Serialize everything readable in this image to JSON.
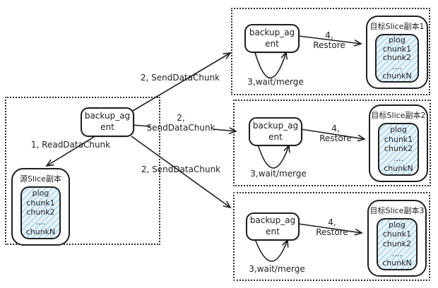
{
  "colors": {
    "stroke": "#1e1e1e",
    "hatch_background": "#e9f4fb",
    "hatch_line": "#b5d9ef",
    "box_dotted_border": "#2b2b2b"
  },
  "source": {
    "agent_label": "backup_ag\nent",
    "slice": {
      "title": "源Slice副本",
      "items": [
        "plog",
        "chunk1",
        "chunk2",
        "....",
        "chunkN"
      ]
    }
  },
  "edges": {
    "read": "1, ReadDataChunk",
    "send_top": "2, SendDataChunk",
    "send_middle": "2,\nSendDataChunk",
    "send_bottom": "2, SendDataChunk"
  },
  "targets": [
    {
      "agent_label": "backup_ag\nent",
      "wait_label": "3,wait/merge",
      "restore_label": "4,\nRestore",
      "slice": {
        "title": "目标Slice副本1",
        "items": [
          "plog",
          "chunk1",
          "chunk2",
          "....",
          "chunkN"
        ]
      }
    },
    {
      "agent_label": "backup_ag\nent",
      "wait_label": "3,wait/merge",
      "restore_label": "4,\nRestore",
      "slice": {
        "title": "目标Slice副本2",
        "items": [
          "plog",
          "chunk1",
          "chunk2",
          "....",
          "chunkN"
        ]
      }
    },
    {
      "agent_label": "backup_ag\nent",
      "wait_label": "3,wait/merge",
      "restore_label": "4,\nRestore",
      "slice": {
        "title": "目标Slice副本3",
        "items": [
          "plog",
          "chunk1",
          "chunk2",
          "....",
          "chunkN"
        ]
      }
    }
  ]
}
